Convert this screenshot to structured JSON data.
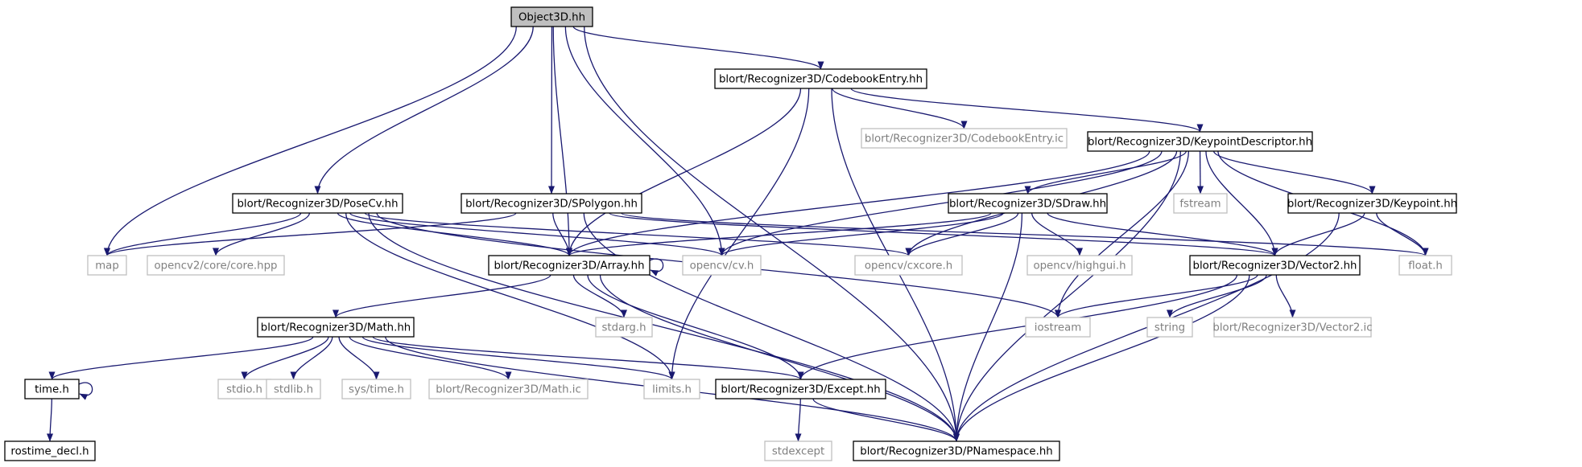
{
  "colors": {
    "edge": "#191970",
    "local_border": "#000000",
    "local_fill": "#ffffff",
    "external_border": "#bfbfbf",
    "external_text": "#808080",
    "root_fill": "#bfbfbf",
    "text": "#000000"
  },
  "nodes": [
    {
      "id": "object3d",
      "label": "Object3D.hh",
      "kind": "root"
    },
    {
      "id": "codebookentry",
      "label": "blort/Recognizer3D/CodebookEntry.hh",
      "kind": "local"
    },
    {
      "id": "codebookentry_ic",
      "label": "blort/Recognizer3D/CodebookEntry.ic",
      "kind": "external"
    },
    {
      "id": "keypointdescriptor",
      "label": "blort/Recognizer3D/KeypointDescriptor.hh",
      "kind": "local"
    },
    {
      "id": "posecv",
      "label": "blort/Recognizer3D/PoseCv.hh",
      "kind": "local"
    },
    {
      "id": "spolygon",
      "label": "blort/Recognizer3D/SPolygon.hh",
      "kind": "local"
    },
    {
      "id": "sdraw",
      "label": "blort/Recognizer3D/SDraw.hh",
      "kind": "local"
    },
    {
      "id": "fstream",
      "label": "fstream",
      "kind": "external"
    },
    {
      "id": "keypoint",
      "label": "blort/Recognizer3D/Keypoint.hh",
      "kind": "local"
    },
    {
      "id": "map",
      "label": "map",
      "kind": "external"
    },
    {
      "id": "opencv2core",
      "label": "opencv2/core/core.hpp",
      "kind": "external"
    },
    {
      "id": "array",
      "label": "blort/Recognizer3D/Array.hh",
      "kind": "local"
    },
    {
      "id": "opencvcv",
      "label": "opencv/cv.h",
      "kind": "external"
    },
    {
      "id": "cxcore",
      "label": "opencv/cxcore.h",
      "kind": "external"
    },
    {
      "id": "highgui",
      "label": "opencv/highgui.h",
      "kind": "external"
    },
    {
      "id": "vector2",
      "label": "blort/Recognizer3D/Vector2.hh",
      "kind": "local"
    },
    {
      "id": "floath",
      "label": "float.h",
      "kind": "external"
    },
    {
      "id": "stdarg",
      "label": "stdarg.h",
      "kind": "external"
    },
    {
      "id": "iostream",
      "label": "iostream",
      "kind": "external"
    },
    {
      "id": "string",
      "label": "string",
      "kind": "external"
    },
    {
      "id": "vector2ic",
      "label": "blort/Recognizer3D/Vector2.ic",
      "kind": "external"
    },
    {
      "id": "math",
      "label": "blort/Recognizer3D/Math.hh",
      "kind": "local"
    },
    {
      "id": "timeh",
      "label": "time.h",
      "kind": "local"
    },
    {
      "id": "stdio",
      "label": "stdio.h",
      "kind": "external"
    },
    {
      "id": "stdlib",
      "label": "stdlib.h",
      "kind": "external"
    },
    {
      "id": "systime",
      "label": "sys/time.h",
      "kind": "external"
    },
    {
      "id": "mathic",
      "label": "blort/Recognizer3D/Math.ic",
      "kind": "external"
    },
    {
      "id": "limits",
      "label": "limits.h",
      "kind": "external"
    },
    {
      "id": "except",
      "label": "blort/Recognizer3D/Except.hh",
      "kind": "local"
    },
    {
      "id": "rostime",
      "label": "rostime_decl.h",
      "kind": "local"
    },
    {
      "id": "stdexcept",
      "label": "stdexcept",
      "kind": "external"
    },
    {
      "id": "pnamespace",
      "label": "blort/Recognizer3D/PNamespace.hh",
      "kind": "local"
    }
  ],
  "edges": [
    [
      "object3d",
      "codebookentry"
    ],
    [
      "object3d",
      "posecv"
    ],
    [
      "object3d",
      "spolygon"
    ],
    [
      "object3d",
      "map"
    ],
    [
      "object3d",
      "array"
    ],
    [
      "object3d",
      "opencvcv"
    ],
    [
      "object3d",
      "pnamespace"
    ],
    [
      "codebookentry",
      "codebookentry_ic"
    ],
    [
      "codebookentry",
      "keypointdescriptor"
    ],
    [
      "codebookentry",
      "array"
    ],
    [
      "codebookentry",
      "limits"
    ],
    [
      "codebookentry",
      "pnamespace"
    ],
    [
      "keypointdescriptor",
      "sdraw"
    ],
    [
      "keypointdescriptor",
      "fstream"
    ],
    [
      "keypointdescriptor",
      "keypoint"
    ],
    [
      "keypointdescriptor",
      "array"
    ],
    [
      "keypointdescriptor",
      "opencvcv"
    ],
    [
      "keypointdescriptor",
      "cxcore"
    ],
    [
      "keypointdescriptor",
      "vector2"
    ],
    [
      "keypointdescriptor",
      "floath"
    ],
    [
      "keypointdescriptor",
      "iostream"
    ],
    [
      "keypointdescriptor",
      "pnamespace"
    ],
    [
      "posecv",
      "map"
    ],
    [
      "posecv",
      "opencv2core"
    ],
    [
      "posecv",
      "array"
    ],
    [
      "posecv",
      "opencvcv"
    ],
    [
      "posecv",
      "cxcore"
    ],
    [
      "posecv",
      "iostream"
    ],
    [
      "posecv",
      "limits"
    ],
    [
      "posecv",
      "pnamespace"
    ],
    [
      "spolygon",
      "map"
    ],
    [
      "spolygon",
      "array"
    ],
    [
      "spolygon",
      "vector2"
    ],
    [
      "spolygon",
      "floath"
    ],
    [
      "spolygon",
      "pnamespace"
    ],
    [
      "sdraw",
      "array"
    ],
    [
      "sdraw",
      "opencvcv"
    ],
    [
      "sdraw",
      "cxcore"
    ],
    [
      "sdraw",
      "highgui"
    ],
    [
      "sdraw",
      "vector2"
    ],
    [
      "sdraw",
      "pnamespace"
    ],
    [
      "keypoint",
      "vector2"
    ],
    [
      "keypoint",
      "floath"
    ],
    [
      "keypoint",
      "pnamespace"
    ],
    [
      "array",
      "array"
    ],
    [
      "array",
      "math"
    ],
    [
      "array",
      "stdarg"
    ],
    [
      "array",
      "except"
    ],
    [
      "array",
      "pnamespace"
    ],
    [
      "vector2",
      "iostream"
    ],
    [
      "vector2",
      "string"
    ],
    [
      "vector2",
      "vector2ic"
    ],
    [
      "vector2",
      "except"
    ],
    [
      "vector2",
      "pnamespace"
    ],
    [
      "math",
      "timeh"
    ],
    [
      "math",
      "stdio"
    ],
    [
      "math",
      "stdlib"
    ],
    [
      "math",
      "systime"
    ],
    [
      "math",
      "mathic"
    ],
    [
      "math",
      "limits"
    ],
    [
      "math",
      "except"
    ],
    [
      "math",
      "pnamespace"
    ],
    [
      "timeh",
      "timeh"
    ],
    [
      "timeh",
      "rostime"
    ],
    [
      "except",
      "stdexcept"
    ],
    [
      "except",
      "pnamespace"
    ]
  ]
}
